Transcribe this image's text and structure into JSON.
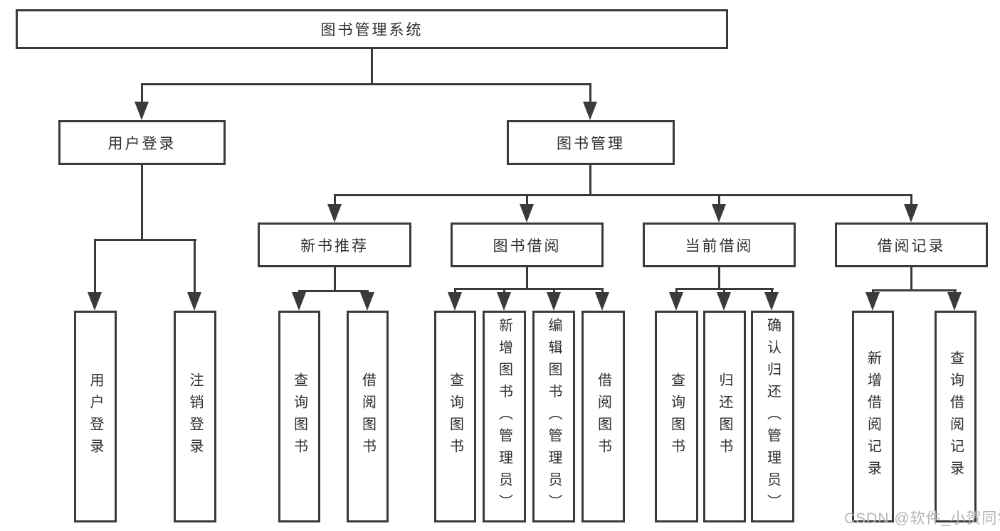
{
  "tree": {
    "root": "图书管理系统",
    "level2": {
      "user": "用户登录",
      "books": "图书管理"
    },
    "level3": {
      "recommend": "新书推荐",
      "borrow": "图书借阅",
      "current": "当前借阅",
      "records": "借阅记录"
    },
    "leaves": {
      "user": [
        "用户登录",
        "注销登录"
      ],
      "recommend": [
        "查询图书",
        "借阅图书"
      ],
      "borrow": [
        "查询图书",
        "新增图书（管理员）",
        "编辑图书（管理员）",
        "借阅图书"
      ],
      "current": [
        "查询图书",
        "归还图书",
        "确认归还（管理员）"
      ],
      "records": [
        "新增借阅记录",
        "查询借阅记录"
      ]
    }
  },
  "watermark": "CSDN @软件_小贺同学",
  "colors": {
    "line": "#3a3a3a",
    "text": "#2e2e2e",
    "box_fill": "#ffffff",
    "watermark": "#b4b4b4",
    "background": "#ffffff"
  }
}
